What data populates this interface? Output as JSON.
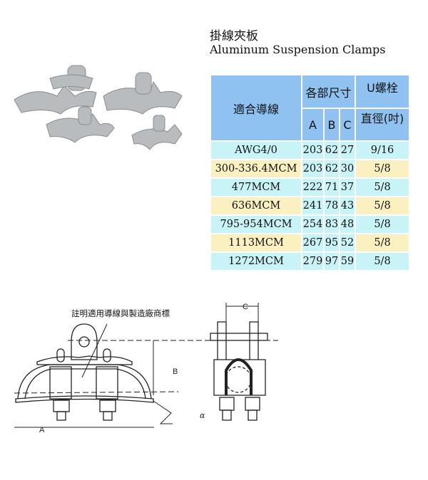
{
  "title_zh": "掛線夾板",
  "title_en": "Aluminum Suspension Clamps",
  "table": {
    "header": {
      "conductor": "適合導線",
      "dims": "各部尺寸",
      "a": "A",
      "b": "B",
      "c": "C",
      "bolt_top": "U螺栓",
      "bolt_bottom": "直徑(吋)"
    },
    "rows": [
      {
        "conductor": "AWG4/0",
        "a": "203",
        "b": "62",
        "c": "27",
        "bolt": "9/16"
      },
      {
        "conductor": "300-336.4MCM",
        "a": "203",
        "b": "62",
        "c": "30",
        "bolt": "5/8"
      },
      {
        "conductor": "477MCM",
        "a": "222",
        "b": "71",
        "c": "37",
        "bolt": "5/8"
      },
      {
        "conductor": "636MCM",
        "a": "241",
        "b": "78",
        "c": "43",
        "bolt": "5/8"
      },
      {
        "conductor": "795-954MCM",
        "a": "254",
        "b": "83",
        "c": "48",
        "bolt": "5/8"
      },
      {
        "conductor": "1113MCM",
        "a": "267",
        "b": "95",
        "c": "52",
        "bolt": "5/8"
      },
      {
        "conductor": "1272MCM",
        "a": "279",
        "b": "97",
        "c": "59",
        "bolt": "5/8"
      }
    ]
  },
  "drawing": {
    "note": "註明適用導線與製造廠商標",
    "label_a": "A",
    "label_b": "B",
    "label_c": "C",
    "label_alpha": "α"
  }
}
